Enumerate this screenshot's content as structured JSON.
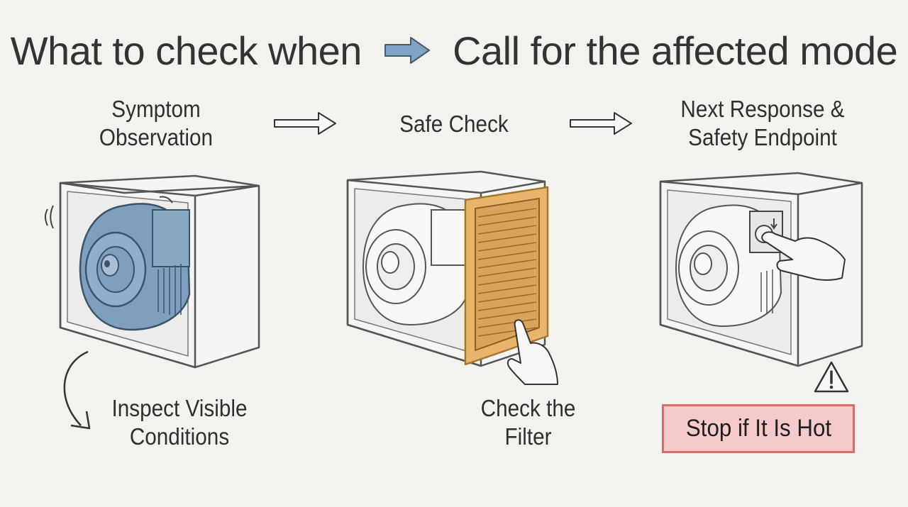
{
  "title": {
    "left_text": "What to check when",
    "right_text": "Call for the affected mode"
  },
  "steps": [
    {
      "label_line1": "Symptom",
      "label_line2": "Observation"
    },
    {
      "label_line1": "Safe Check",
      "label_line2": ""
    },
    {
      "label_line1": "Next Response &",
      "label_line2": "Safety Endpoint"
    }
  ],
  "captions": [
    {
      "line1": "Inspect Visible",
      "line2": "Conditions"
    },
    {
      "line1": "Check the",
      "line2": "Filter"
    }
  ],
  "warning": {
    "label": "Stop if It Is Hot",
    "icon": "warning-triangle-icon"
  },
  "colors": {
    "highlight_blue": "#7e9fbd",
    "filter_orange": "#e8b56a",
    "warning_fill": "#f4caca",
    "warning_border": "#d96b6b",
    "title_arrow": "#7fa3c4"
  }
}
